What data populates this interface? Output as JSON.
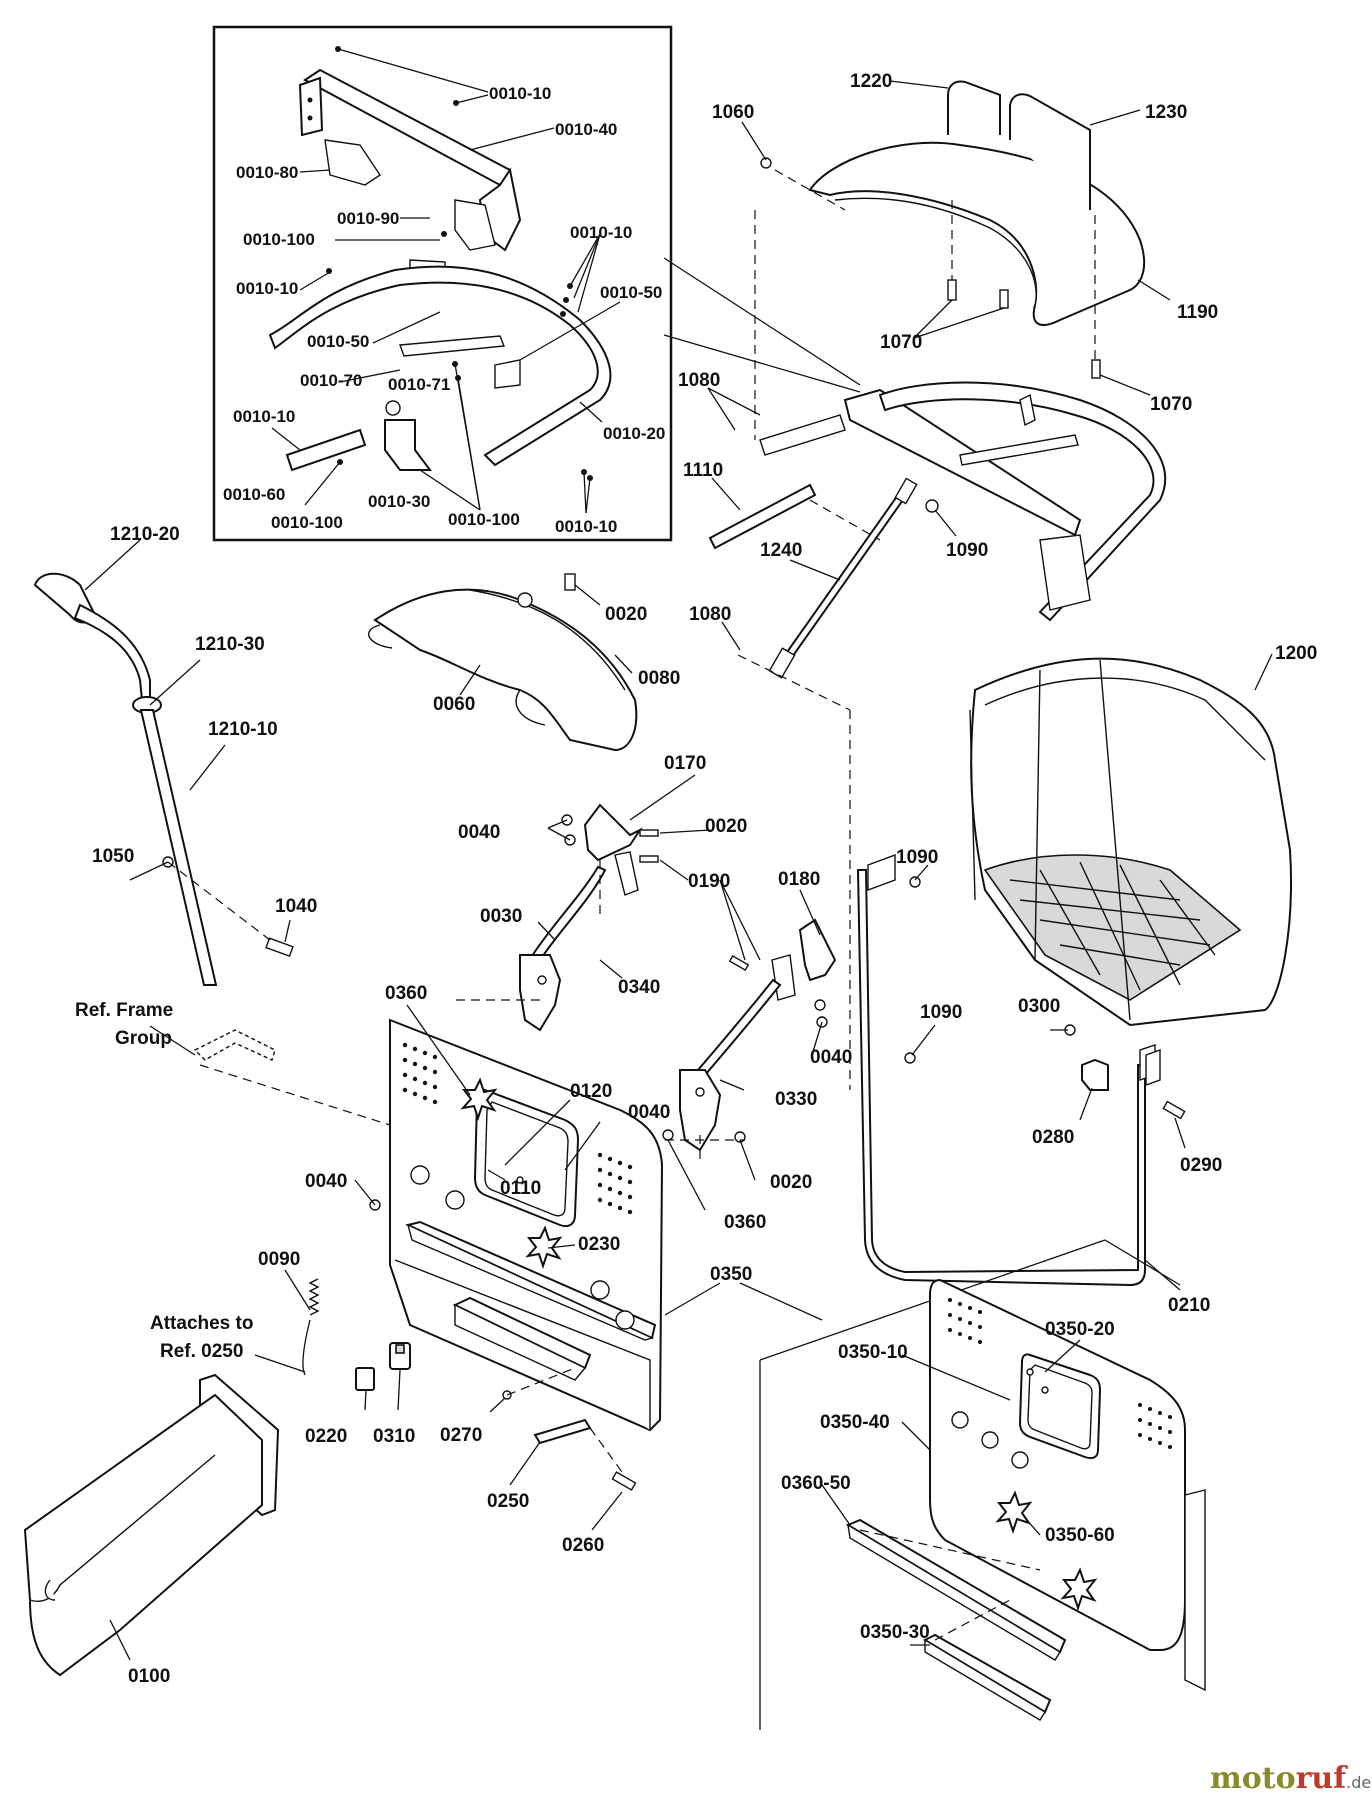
{
  "callouts": {
    "c_0010_10_a": "0010-10",
    "c_0010_40": "0010-40",
    "c_0010_80": "0010-80",
    "c_0010_90": "0010-90",
    "c_0010_100_a": "0010-100",
    "c_0010_10_b": "0010-10",
    "c_0010_10_c": "0010-10",
    "c_0010_50_a": "0010-50",
    "c_0010_50_b": "0010-50",
    "c_0010_70": "0010-70",
    "c_0010_71": "0010-71",
    "c_0010_10_d": "0010-10",
    "c_0010_20": "0010-20",
    "c_0010_60": "0010-60",
    "c_0010_30": "0010-30",
    "c_0010_100_b": "0010-100",
    "c_0010_100_c": "0010-100",
    "c_0010_10_e": "0010-10",
    "c_1220": "1220",
    "c_1230": "1230",
    "c_1060": "1060",
    "c_1190": "1190",
    "c_1070_a": "1070",
    "c_1070_b": "1070",
    "c_1080_a": "1080",
    "c_1110": "1110",
    "c_1090_a": "1090",
    "c_1240": "1240",
    "c_1080_b": "1080",
    "c_1210_20": "1210-20",
    "c_1210_30": "1210-30",
    "c_1210_10": "1210-10",
    "c_1050": "1050",
    "c_1040": "1040",
    "c_0020_a": "0020",
    "c_0080": "0080",
    "c_0060": "0060",
    "c_1200": "1200",
    "c_0170": "0170",
    "c_0040_a": "0040",
    "c_0020_b": "0020",
    "c_0190": "0190",
    "c_0180": "0180",
    "c_1090_b": "1090",
    "c_0030": "0030",
    "c_0340": "0340",
    "c_0360_a": "0360",
    "c_ref_frame_1": "Ref. Frame",
    "c_ref_frame_2": "Group",
    "c_0040_b": "0040",
    "c_1090_c": "1090",
    "c_0300": "0300",
    "c_0120": "0120",
    "c_0040_c": "0040",
    "c_0330": "0330",
    "c_0280": "0280",
    "c_0290": "0290",
    "c_0110": "0110",
    "c_0040_d": "0040",
    "c_0020_c": "0020",
    "c_0360_b": "0360",
    "c_0230": "0230",
    "c_0090": "0090",
    "c_0350": "0350",
    "c_0210": "0210",
    "c_attaches_1": "Attaches to",
    "c_attaches_2": "Ref. 0250",
    "c_0350_20": "0350-20",
    "c_0350_10": "0350-10",
    "c_0220": "0220",
    "c_0310": "0310",
    "c_0270": "0270",
    "c_0350_40": "0350-40",
    "c_0360_50": "0360-50",
    "c_0250": "0250",
    "c_0350_60": "0350-60",
    "c_0260": "0260",
    "c_0350_30": "0350-30",
    "c_0100": "0100"
  },
  "watermark": {
    "part1": "moto",
    "part2": "ruf",
    "suffix": ".de"
  }
}
